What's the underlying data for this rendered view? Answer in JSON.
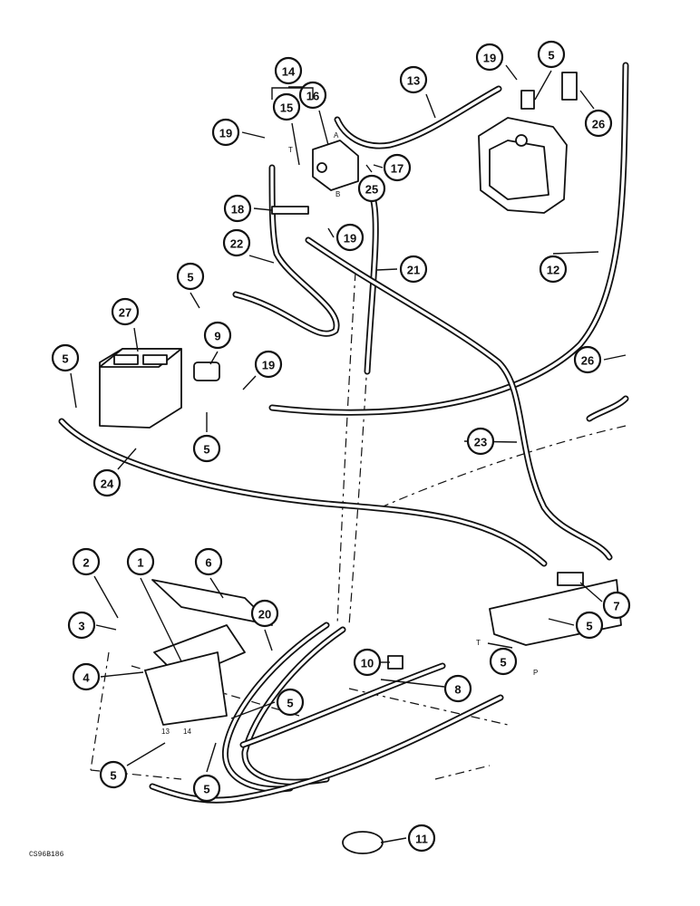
{
  "diagram": {
    "drawing_ref": "CS96B186",
    "port_letters": {
      "a": "A",
      "b": "B",
      "t": "T",
      "p": "P",
      "t2": "T",
      "p2": "P",
      "n13": "13",
      "n14": "14"
    },
    "callouts": [
      {
        "id": "c1",
        "label": "1"
      },
      {
        "id": "c2",
        "label": "2"
      },
      {
        "id": "c3",
        "label": "3"
      },
      {
        "id": "c4",
        "label": "4"
      },
      {
        "id": "c5a",
        "label": "5"
      },
      {
        "id": "c5b",
        "label": "5"
      },
      {
        "id": "c5c",
        "label": "5"
      },
      {
        "id": "c5d",
        "label": "5"
      },
      {
        "id": "c5e",
        "label": "5"
      },
      {
        "id": "c5f",
        "label": "5"
      },
      {
        "id": "c5g",
        "label": "5"
      },
      {
        "id": "c5h",
        "label": "5"
      },
      {
        "id": "c5i",
        "label": "5"
      },
      {
        "id": "c6",
        "label": "6"
      },
      {
        "id": "c7",
        "label": "7"
      },
      {
        "id": "c8",
        "label": "8"
      },
      {
        "id": "c9",
        "label": "9"
      },
      {
        "id": "c10",
        "label": "10"
      },
      {
        "id": "c11",
        "label": "11"
      },
      {
        "id": "c12",
        "label": "12"
      },
      {
        "id": "c13",
        "label": "13"
      },
      {
        "id": "c14",
        "label": "14"
      },
      {
        "id": "c15",
        "label": "15"
      },
      {
        "id": "c16",
        "label": "16"
      },
      {
        "id": "c17",
        "label": "17"
      },
      {
        "id": "c18",
        "label": "18"
      },
      {
        "id": "c19a",
        "label": "19"
      },
      {
        "id": "c19b",
        "label": "19"
      },
      {
        "id": "c19c",
        "label": "19"
      },
      {
        "id": "c19d",
        "label": "19"
      },
      {
        "id": "c20",
        "label": "20"
      },
      {
        "id": "c21",
        "label": "21"
      },
      {
        "id": "c22",
        "label": "22"
      },
      {
        "id": "c23",
        "label": "23"
      },
      {
        "id": "c24",
        "label": "24"
      },
      {
        "id": "c25",
        "label": "25"
      },
      {
        "id": "c26a",
        "label": "26"
      },
      {
        "id": "c26b",
        "label": "26"
      },
      {
        "id": "c27",
        "label": "27"
      }
    ]
  }
}
